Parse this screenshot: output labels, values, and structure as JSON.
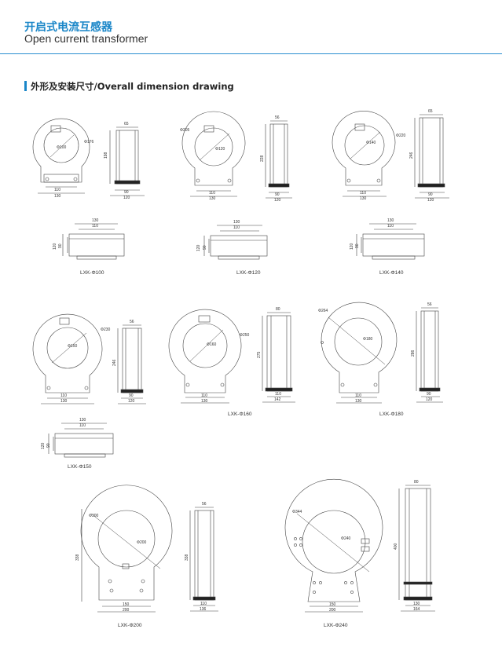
{
  "header": {
    "title_cn": "开启式电流互感器",
    "title_en": "Open current transformer"
  },
  "section": {
    "title": "外形及安装尺寸/Overall dimension drawing"
  },
  "models": [
    {
      "id": "m100",
      "caption": "LXK-Φ100",
      "outer": "Φ176",
      "inner": "Φ100",
      "height": "198",
      "width_top": "65",
      "base_w1": "110",
      "base_w2": "130",
      "side_w1": "90",
      "side_w2": "120",
      "bottom_w1": "130",
      "bottom_w2": "110",
      "bottom_h1": "120",
      "bottom_h2": "90"
    },
    {
      "id": "m120",
      "caption": "LXK-Φ120",
      "outer": "Φ205",
      "inner": "Φ120",
      "height": "228",
      "width_top": "56",
      "base_w1": "110",
      "base_w2": "130",
      "side_w1": "90",
      "side_w2": "120",
      "bottom_w1": "130",
      "bottom_w2": "110",
      "bottom_h1": "120",
      "bottom_h2": "90"
    },
    {
      "id": "m140",
      "caption": "LXK-Φ140",
      "outer": "Φ220",
      "inner": "Φ140",
      "height": "246",
      "width_top": "65",
      "base_w1": "110",
      "base_w2": "130",
      "side_w1": "90",
      "side_w2": "120",
      "bottom_w1": "130",
      "bottom_w2": "110",
      "bottom_h1": "120",
      "bottom_h2": "90"
    },
    {
      "id": "m150",
      "caption": "LXK-Φ150",
      "outer": "Φ230",
      "inner": "Φ150",
      "height": "246",
      "width_top": "56",
      "base_w1": "110",
      "base_w2": "130",
      "side_w1": "90",
      "side_w2": "120",
      "bottom_w1": "130",
      "bottom_w2": "110",
      "bottom_h1": "120",
      "bottom_h2": "90"
    },
    {
      "id": "m160",
      "caption": "LXK-Φ160",
      "outer": "Φ250",
      "inner": "Φ160",
      "height": "275",
      "width_top": "80",
      "base_w1": "110",
      "base_w2": "130",
      "side_w1": "110",
      "side_w2": "142"
    },
    {
      "id": "m180",
      "caption": "LXK-Φ180",
      "outer": "Φ264",
      "inner": "Φ180",
      "height": "286",
      "width_top": "56",
      "base_w1": "110",
      "base_w2": "130",
      "side_w1": "90",
      "side_w2": "120"
    },
    {
      "id": "m200",
      "caption": "LXK-Φ200",
      "outer": "Φ300",
      "inner": "Φ200",
      "height": "338",
      "height2": "338",
      "width_top": "56",
      "base_w1": "150",
      "base_w2": "200",
      "side_w1": "110",
      "side_w2": "136"
    },
    {
      "id": "m240",
      "caption": "LXK-Φ240",
      "outer": "Φ344",
      "inner": "Φ240",
      "height": "400",
      "width_top": "80",
      "base_w1": "150",
      "base_w2": "200",
      "side_w1": "130",
      "side_w2": "164"
    }
  ]
}
